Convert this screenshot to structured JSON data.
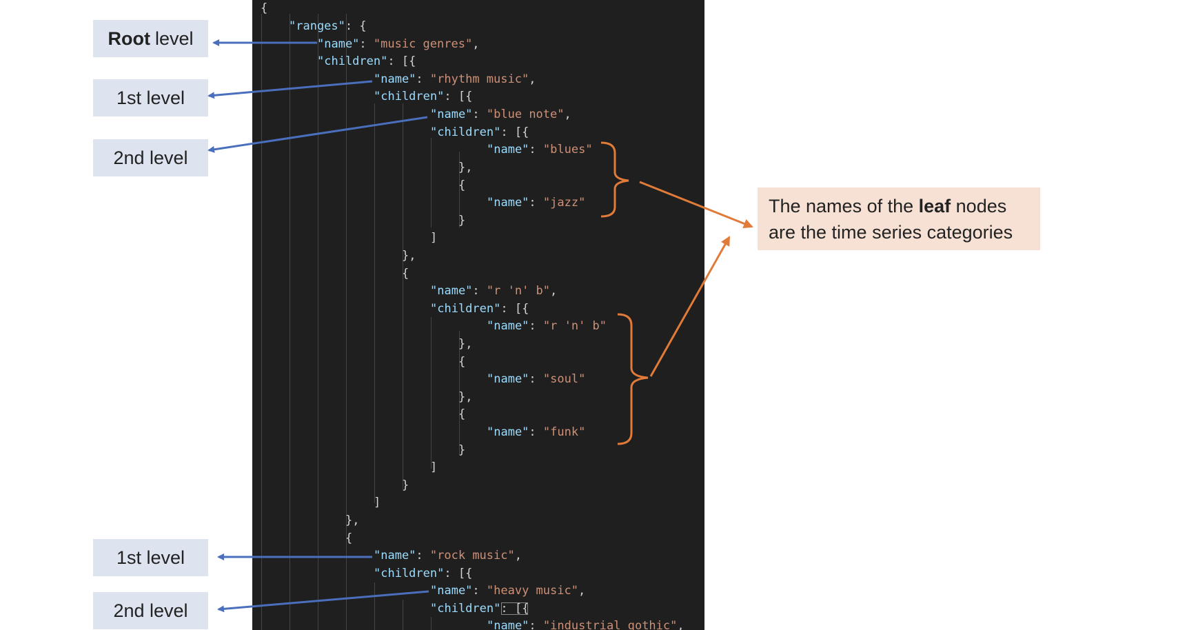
{
  "labels": {
    "root": {
      "bold": "Root",
      "rest": "level"
    },
    "first_a": "1st level",
    "second_a": "2nd level",
    "first_b": "1st level",
    "second_b": "2nd level"
  },
  "note": {
    "line1_pre": "The names of the ",
    "line1_bold": "leaf",
    "line1_post": " nodes",
    "line2": "are the time series categories"
  },
  "code": {
    "l1": "{",
    "k_ranges": "\"ranges\"",
    "p_ranges": ": {",
    "k_name": "\"name\"",
    "p_colon": ": ",
    "s_music_genres": "\"music genres\"",
    "p_comma": ",",
    "k_children": "\"children\"",
    "p_children_open": ": [{",
    "s_rhythm": "\"rhythm music\"",
    "s_blue_note": "\"blue note\"",
    "s_blues": "\"blues\"",
    "close_obj_comma": "},",
    "open_obj": "{",
    "s_jazz": "\"jazz\"",
    "close_obj": "}",
    "close_arr": "]",
    "s_rnb": "\"r 'n' b\"",
    "s_soul": "\"soul\"",
    "s_funk": "\"funk\"",
    "s_rock": "\"rock music\"",
    "s_heavy": "\"heavy music\"",
    "p_children_open_cursor": ": [{",
    "s_industrial": "\"industrial gothic\""
  },
  "colors": {
    "blue_arrow": "#4a6fbd",
    "orange_arrow": "#e07b39",
    "key": "#9cdcfe",
    "string": "#ce9178"
  }
}
